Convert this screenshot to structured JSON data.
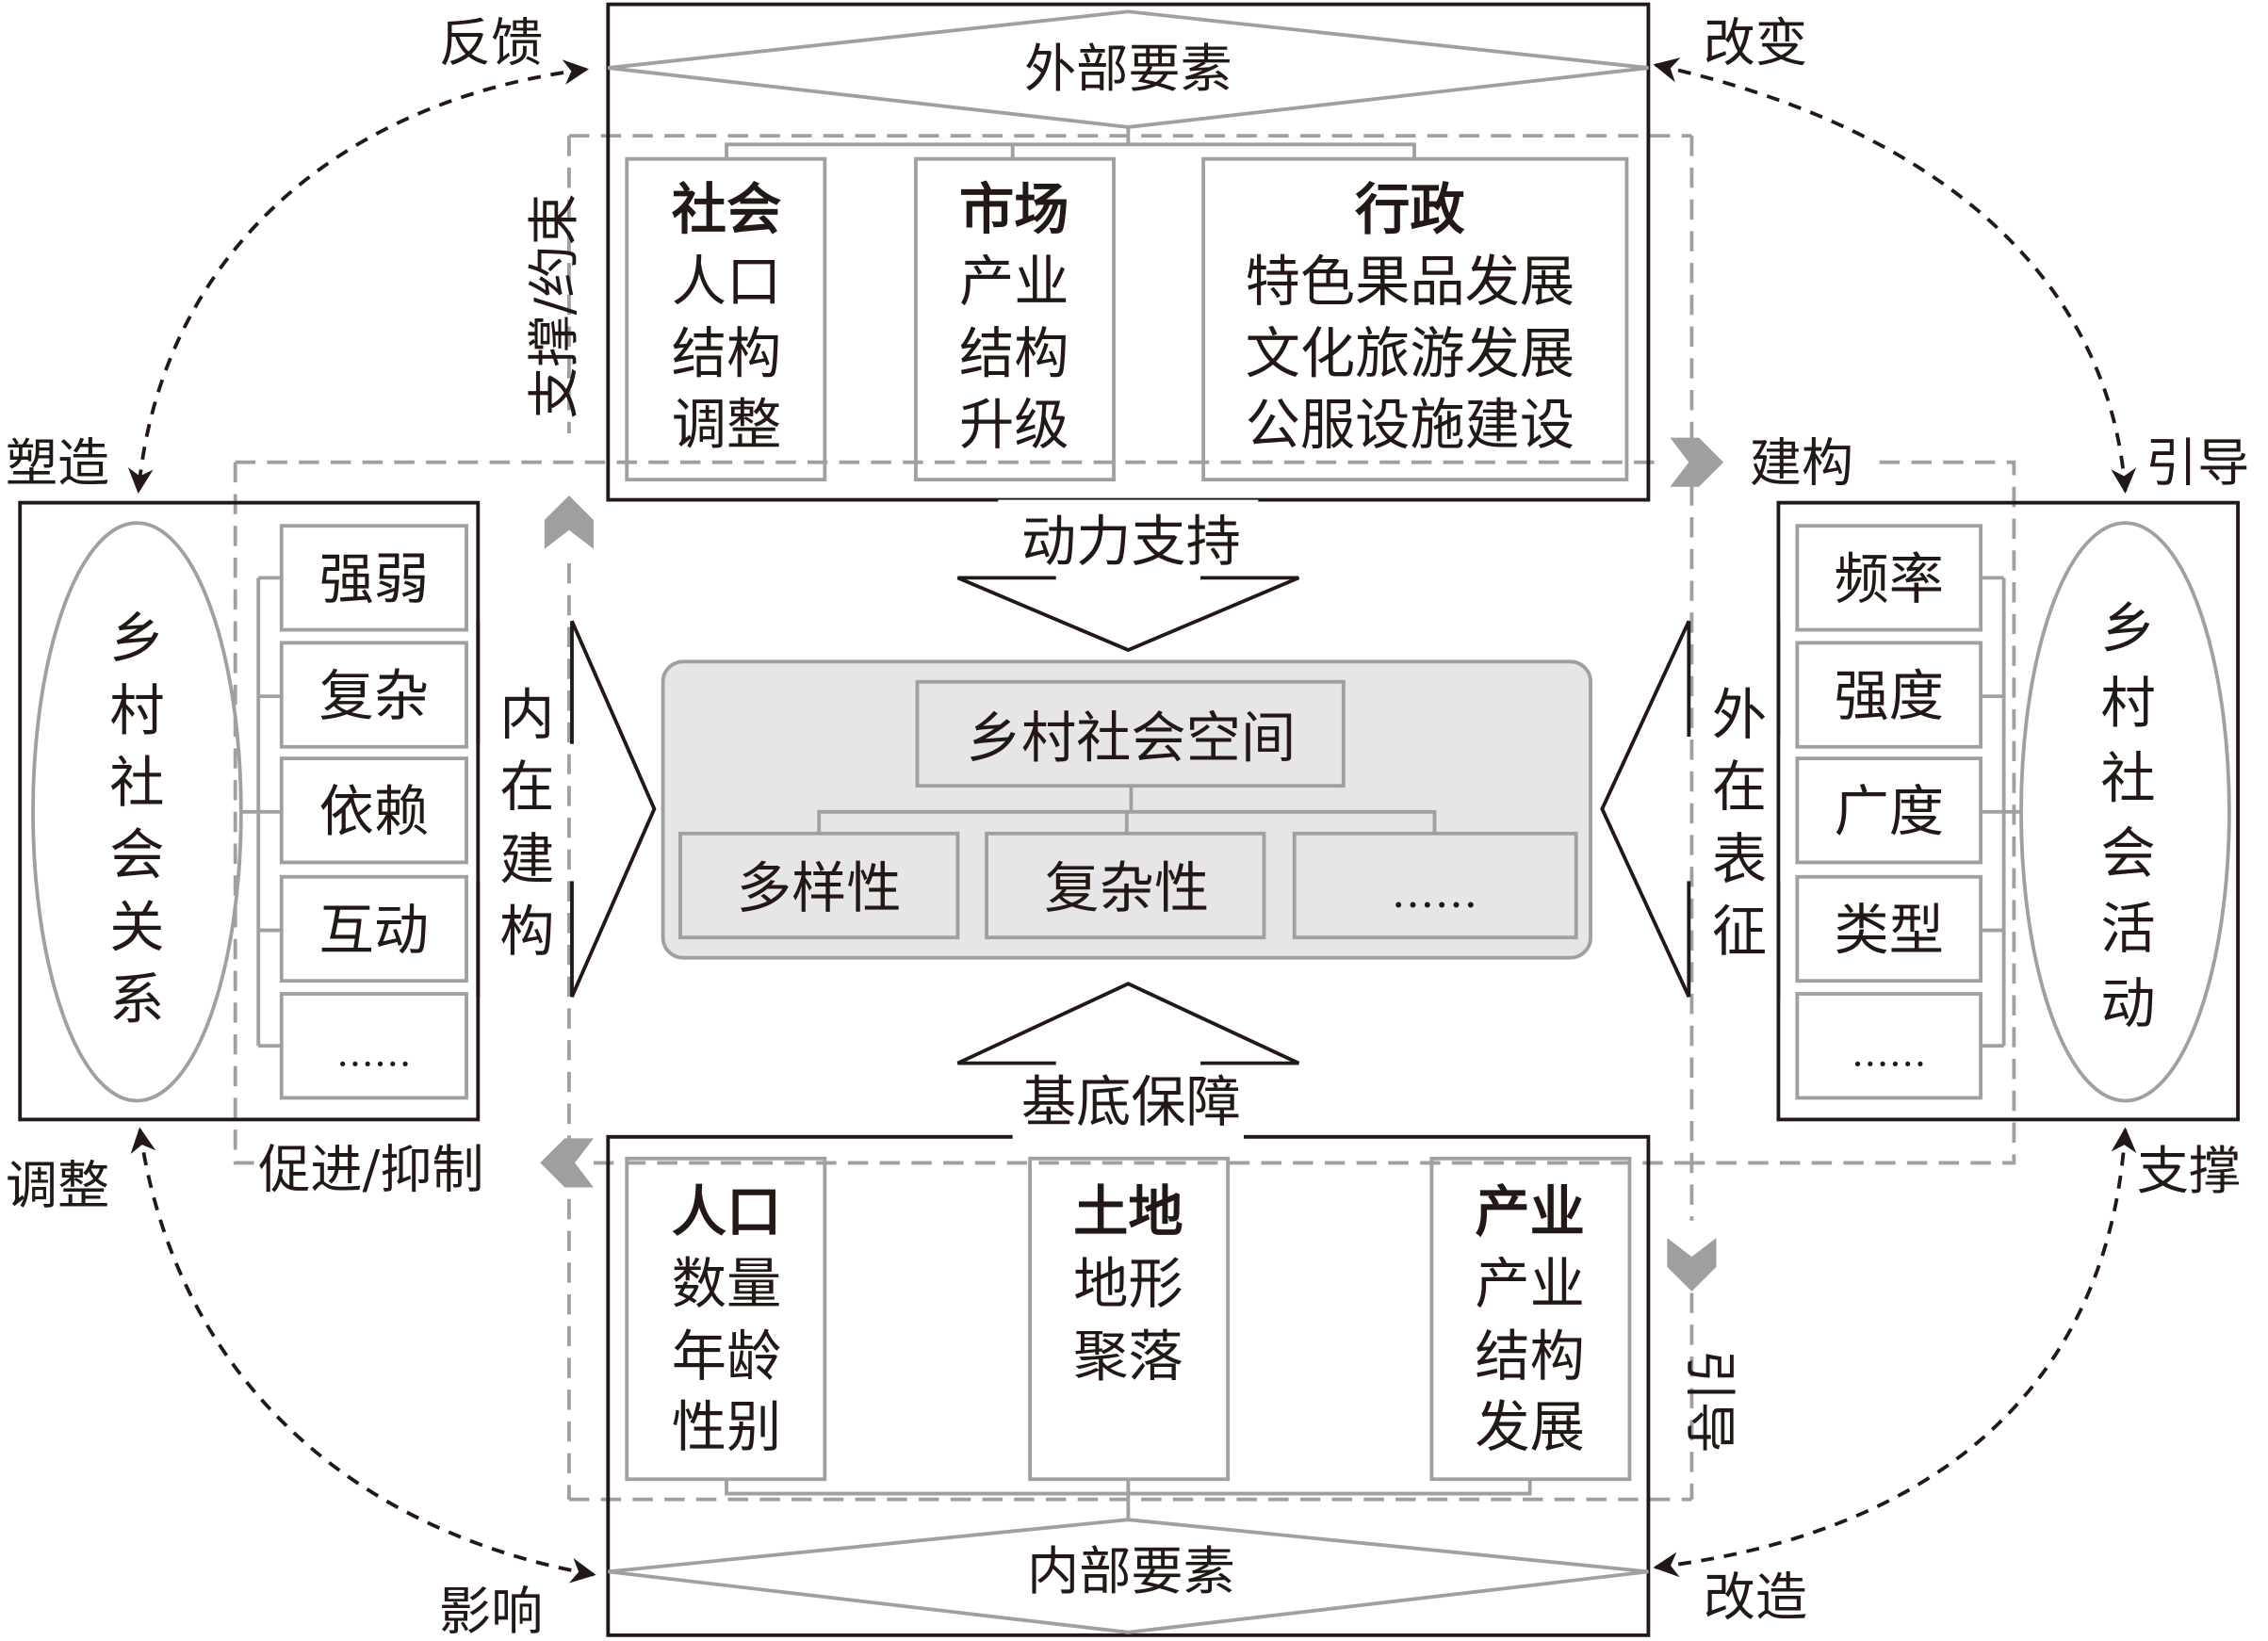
{
  "colors": {
    "text": "#231815",
    "line_gray": "#a0a0a0",
    "panel_fill": "#e6e6e6",
    "arrow_gray": "#9f9f9f"
  },
  "external": {
    "title": "外部要素",
    "columns": [
      {
        "heading": "社会",
        "lines": [
          "人口",
          "结构",
          "调整"
        ]
      },
      {
        "heading": "市场",
        "lines": [
          "产业",
          "结构",
          "升级"
        ]
      },
      {
        "heading": "行政",
        "lines": [
          "特色果品发展",
          "文化旅游发展",
          "公服设施建设"
        ]
      }
    ],
    "support_label": "动力支持"
  },
  "internal": {
    "title": "内部要素",
    "columns": [
      {
        "heading": "人口",
        "lines": [
          "数量",
          "年龄",
          "性别"
        ]
      },
      {
        "heading": "土地",
        "lines": [
          "地形",
          "聚落"
        ]
      },
      {
        "heading": "产业",
        "lines": [
          "产业",
          "结构",
          "发展"
        ]
      }
    ],
    "support_label": "基底保障"
  },
  "center": {
    "title": "乡村社会空间",
    "items": [
      "多样性",
      "复杂性",
      "……"
    ]
  },
  "left_panel": {
    "ellipse_label": "乡村社会关系",
    "items": [
      "强弱",
      "复杂",
      "依赖",
      "互动",
      "……"
    ],
    "side_label": "内在建构"
  },
  "right_panel": {
    "ellipse_label": "乡村社会活动",
    "items": [
      "频率",
      "强度",
      "广度",
      "类型",
      "……"
    ],
    "side_label": "外在表征"
  },
  "flow_labels": {
    "support_constraint": "支撑/约束",
    "construct": "建构",
    "promote_inhibit": "促进/抑制",
    "guide_vertical": "引导"
  },
  "cycle_labels": {
    "feedback": "反馈",
    "change": "改变",
    "shape": "塑造",
    "guide": "引导",
    "adjust": "调整",
    "support": "支撑",
    "influence": "影响",
    "transform": "改造"
  }
}
